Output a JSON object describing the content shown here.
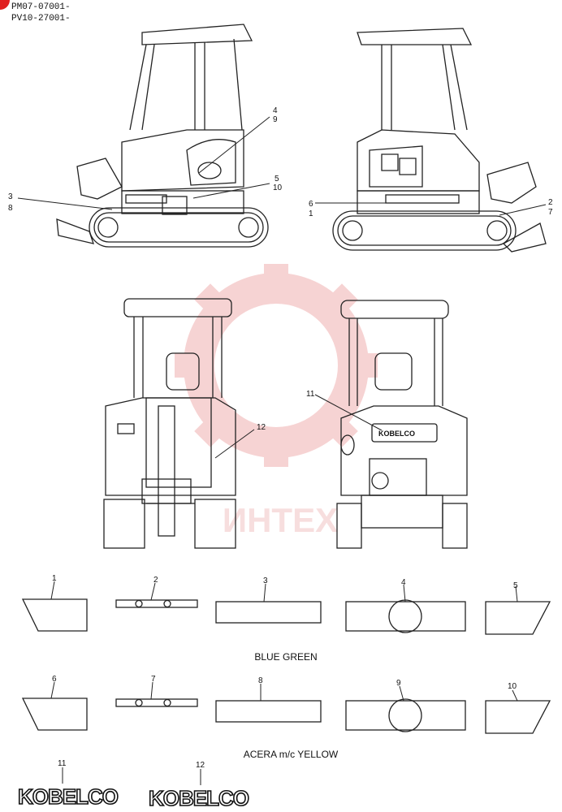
{
  "header": {
    "serial_1": "PM07-07001-",
    "serial_2": "PV10-27001-"
  },
  "callouts": {
    "side_left_a": "4",
    "side_left_b": "9",
    "side_left_c": "5",
    "side_left_d": "10",
    "side_left_e": "3",
    "side_left_f": "8",
    "side_right_a": "6",
    "side_right_b": "1",
    "side_right_c": "2",
    "side_right_d": "7",
    "rear_a": "11",
    "front_a": "12"
  },
  "decals": {
    "blue_green": [
      "1",
      "2",
      "3",
      "4",
      "5"
    ],
    "yellow": [
      "6",
      "7",
      "8",
      "9",
      "10"
    ],
    "logos": [
      "11",
      "12"
    ]
  },
  "captions": {
    "blue_green": "BLUE GREEN",
    "yellow": "ACERA m/c YELLOW"
  },
  "logo_text": "KOBELCO",
  "watermark_text": "ИНТЕХ",
  "colors": {
    "watermark": "#f3c6c6",
    "corner_mark": "#e02020",
    "line": "#222222"
  }
}
